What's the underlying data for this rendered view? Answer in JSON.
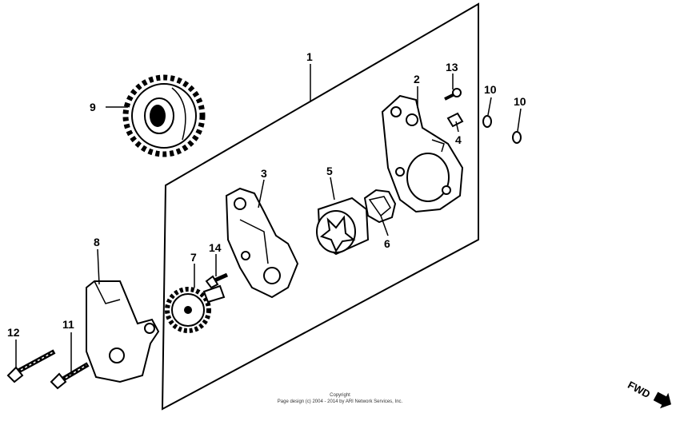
{
  "callouts": [
    {
      "id": "1"
    },
    {
      "id": "2"
    },
    {
      "id": "3"
    },
    {
      "id": "4"
    },
    {
      "id": "5"
    },
    {
      "id": "6"
    },
    {
      "id": "7"
    },
    {
      "id": "8"
    },
    {
      "id": "9"
    },
    {
      "id": "10a",
      "text": "10"
    },
    {
      "id": "10b",
      "text": "10"
    },
    {
      "id": "11"
    },
    {
      "id": "12"
    },
    {
      "id": "13"
    },
    {
      "id": "14"
    }
  ],
  "labels": {
    "l1": "1",
    "l2": "2",
    "l3": "3",
    "l4": "4",
    "l5": "5",
    "l6": "6",
    "l7": "7",
    "l8": "8",
    "l9": "9",
    "l10a": "10",
    "l10b": "10",
    "l11": "11",
    "l12": "12",
    "l13": "13",
    "l14": "14"
  },
  "copyright": {
    "line1": "Copyright",
    "line2": "Page design (c) 2004 - 2014 by ARI Network Services, Inc."
  },
  "direction": "FWD"
}
